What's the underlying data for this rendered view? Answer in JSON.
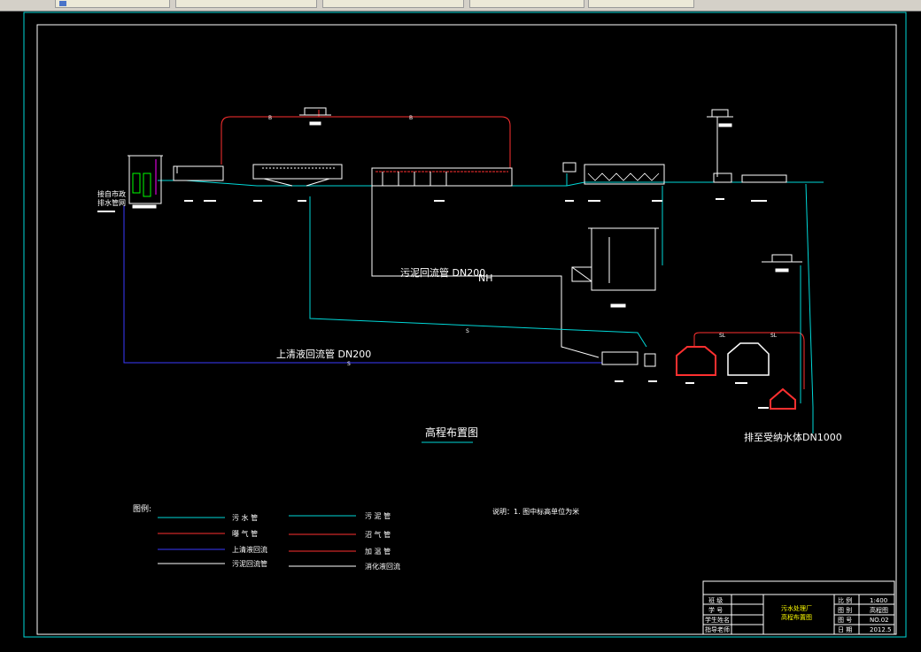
{
  "tabs": [
    "",
    "",
    "",
    "",
    ""
  ],
  "drawing": {
    "title": "高程布置图",
    "labels": {
      "sludge_return": "污泥回流管 DN200",
      "nh": "NH",
      "supernatant_return": "上清液回流管 DN200",
      "discharge": "排至受纳水体DN1000",
      "inlet_note": [
        "接自市政",
        "排水管网"
      ],
      "pipe_s": "S",
      "pipe_b": "B",
      "pipe_sl": "SL"
    },
    "note": "说明：1. 图中标高单位为米"
  },
  "legend": {
    "heading": "图例:",
    "items": [
      {
        "label": "污 水 管",
        "color": "#00d8d8"
      },
      {
        "label": "曝 气 管",
        "color": "#ff3030"
      },
      {
        "label": "上清液回流",
        "color": "#3a3aff"
      },
      {
        "label": "污泥回流管",
        "color": "#ffffff"
      },
      {
        "label": "污 泥 管",
        "color": "#00d8d8"
      },
      {
        "label": "沼 气 管",
        "color": "#ff3030"
      },
      {
        "label": "加 温 管",
        "color": "#ff3030"
      },
      {
        "label": "消化液回流",
        "color": "#ffffff"
      }
    ]
  },
  "title_block": {
    "rows_left": [
      "班 级",
      "学 号",
      "学生姓名",
      "指导老师"
    ],
    "center": [
      "污水处理厂",
      "高程布置图"
    ],
    "rows_key": [
      "比 例",
      "图 别",
      "图 号",
      "日 期"
    ],
    "rows_val": [
      "1:400",
      "高程图",
      "NO.02",
      "2012.5"
    ]
  },
  "colors": {
    "sewage": "#00d8d8",
    "air": "#ff3030",
    "supernatant": "#3a3aff",
    "sludge_return": "#ffffff",
    "frame": "#ffffff",
    "title_text": "#ffff00"
  }
}
